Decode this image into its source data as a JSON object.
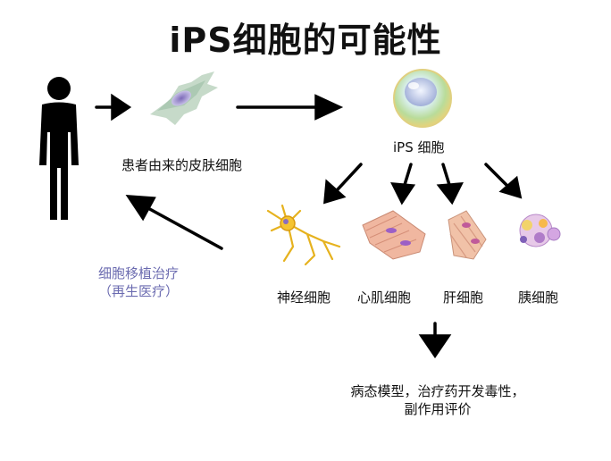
{
  "title": "iPS细胞的可能性",
  "labels": {
    "skin_cells": "患者由来的皮肤细胞",
    "ips_cells": "iPS 细胞",
    "therapy_line1": "细胞移植治疗",
    "therapy_line2": "（再生医疗）",
    "neuron": "神经细胞",
    "heart": "心肌细胞",
    "liver": "肝细胞",
    "pancreas": "胰细胞",
    "uses_line1": "病态模型，治疗药开发毒性，",
    "uses_line2": "副作用评价"
  },
  "colors": {
    "ink": "#111111",
    "therapy_text": "#6b6bb0",
    "ips_cell": "#bfe0a8",
    "skin_cell": "#9a8fc8",
    "neuron": "#f2c230",
    "muscle": "#e7a58a",
    "pancreas": "#b88fd0"
  },
  "icons": [
    "person-icon",
    "skin-cell-icon",
    "ips-cell-icon",
    "neuron-icon",
    "heart-muscle-icon",
    "liver-cell-icon",
    "pancreas-cell-icon"
  ]
}
